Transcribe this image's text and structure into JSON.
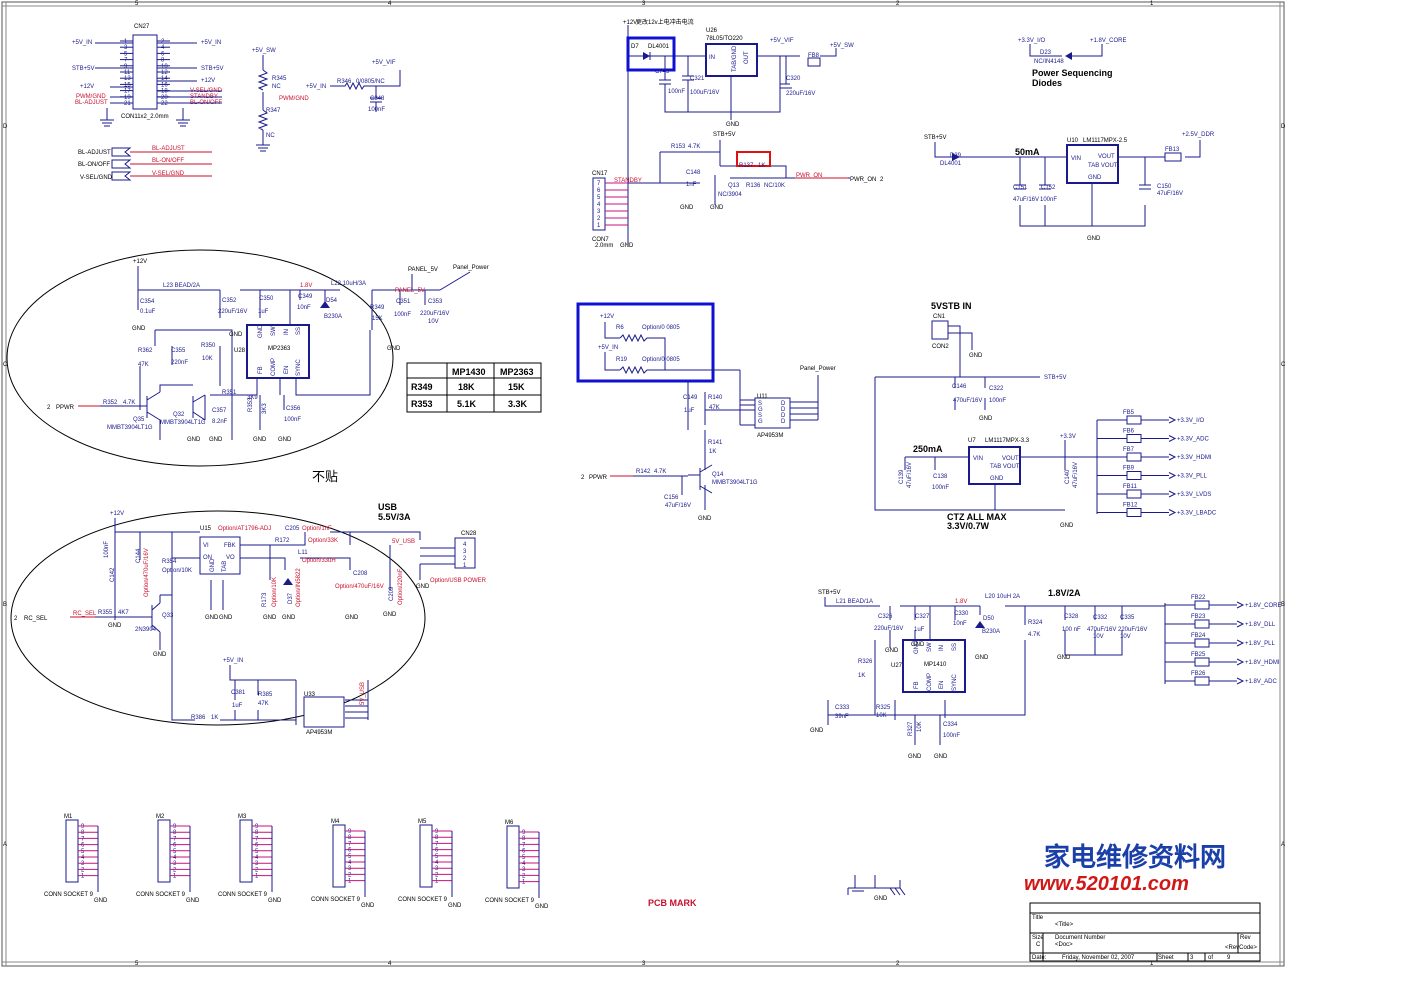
{
  "sheet": {
    "title_label": "Title",
    "title_value": "<Title>",
    "size_label": "Size",
    "size_value": "C",
    "docnum_label": "Document Number",
    "docnum_value": "<Doc>",
    "rev_label": "Rev",
    "rev_value": "<RevCode>",
    "date_label": "Date:",
    "date_value": "Friday, November 02, 2007",
    "sheet_label": "Sheet",
    "sheet_num": "3",
    "of_label": "of",
    "sheet_total": "9",
    "pcb_mark": "PCB MARK",
    "watermark_cn": "家电维修资料网",
    "watermark_url": "www.520101.com",
    "border_top": [
      "5",
      "4",
      "3",
      "2",
      "1"
    ],
    "border_side": [
      "D",
      "C",
      "B",
      "A"
    ]
  },
  "cn27": {
    "ref": "CN27",
    "part": "CON11x2_2.0mm",
    "left_pins": [
      "1",
      "3",
      "5",
      "7",
      "9",
      "11",
      "13",
      "15",
      "17",
      "19",
      "21"
    ],
    "right_pins": [
      "2",
      "4",
      "6",
      "8",
      "10",
      "12",
      "14",
      "16",
      "18",
      "20",
      "22"
    ],
    "nets": [
      "+5V_IN",
      "+5V_IN",
      "STB+5V",
      "STB+5V",
      "+12V",
      "+12V",
      "PWM/GND",
      "V-SEL/GND",
      "BL-ADJUST",
      "STANDBY",
      "BL-ON/OFF"
    ],
    "r345": "R345",
    "r345_val": "NC",
    "r347": "R347",
    "r347_val": "NC",
    "pwm_gnd": "PWM/GND",
    "stb_sw": "+5V_SW",
    "r346": "R346",
    "r346_val": "0/0805/NC",
    "c348": "C348",
    "c348_val": "100nF",
    "vif": "+5V_VIF",
    "bl_labels": [
      "BL-ADJUST",
      "BL-ON/OFF",
      "V-SEL/GND"
    ]
  },
  "u26": {
    "note": "更改12v上电冲击电流",
    "d7": "D7",
    "d7_part": "DL4001",
    "ref": "U26",
    "part": "78L05/TO220",
    "pins": [
      "IN",
      "TAB/GND",
      "OUT"
    ],
    "c743": "C743",
    "c321": "C321",
    "c321_val": "100nF",
    "c320": "C320",
    "c320_val": "220uF/16V",
    "c100": "100uF/16V",
    "vif": "+5V_VIF",
    "fb": "FB8",
    "sw": "+5V_SW",
    "v12": "+12V",
    "gnd": "GND"
  },
  "standby": {
    "stb": "STB+5V",
    "r153": "R153",
    "r153_val": "4.7K",
    "r137": "R137",
    "r137_val": "1K",
    "r136": "R136",
    "r136_val": "NC/10K",
    "c148": "C148",
    "c148_val": "1nF",
    "q13": "Q13",
    "q13_part": "NC/3904",
    "pwr_on": "PWR_ON",
    "pin2": "2",
    "standby": "STANDBY",
    "cn17": "CN17",
    "cn7": "CON7",
    "cn7_pitch": "2.0mm",
    "pins": [
      "7",
      "6",
      "5",
      "4",
      "3",
      "2",
      "1"
    ]
  },
  "diodes": {
    "v33": "+3.3V_I/O",
    "v18": "+1.8V_CORE",
    "d23": "D23",
    "d23_part": "NC/IN4148",
    "title": "Power Sequencing",
    "title2": "Diodes"
  },
  "u10": {
    "stb": "STB+5V",
    "d39": "D39",
    "d39_part": "DL4001",
    "current": "50mA",
    "ref": "U10",
    "part": "LM1117MPX-2.5",
    "vin": "VIN",
    "vout": "VOUT",
    "tabvout": "TAB VOUT",
    "gnd": "GND",
    "c151": "C151",
    "c151_val": "47uF/16V",
    "c152": "C152",
    "c152_val": "100nF",
    "c150": "C150",
    "c150_val": "47uF/16V",
    "fb13": "FB13",
    "out": "+2.5V_DDR",
    "gnd_net": "GND"
  },
  "panel": {
    "v12": "+12V",
    "l23": "L23 BEAD/2A",
    "c354": "C354",
    "c354_val": "0.1uF",
    "c352": "C352",
    "c352_val": "220uF/16V",
    "c350": "C350",
    "c350_val": "1uF",
    "c349": "C349",
    "c349_val": "10nF",
    "d54": "D54",
    "d54_part": "B230A",
    "l22": "L22 10uH/3A",
    "v18": "1.8V",
    "r349": "R349",
    "r349_val": "15K",
    "c351": "C351",
    "c351_val": "100nF",
    "c353": "C353",
    "c353_val": "220uF/16V",
    "v10": "10V",
    "panel5v": "PANEL_5V",
    "panel_power": "Panel_Power",
    "ref": "U28",
    "part": "MP2363",
    "pins_top": [
      "GND",
      "SW",
      "IN",
      "SS"
    ],
    "pins_bot": [
      "FB",
      "COMP",
      "EN",
      "SYNC"
    ],
    "r362": "R362",
    "r362_val": "47K",
    "c355": "C355",
    "c355_val": "220nF",
    "r350": "R350",
    "r350_val": "10K",
    "r351": "R351",
    "r351_val": "3K9",
    "r353": "R353",
    "r353_val": "3K3",
    "c357": "C357",
    "c357_val": "8.2nF",
    "c356": "C356",
    "c356_val": "100nF",
    "r352": "R352",
    "r352_val": "4.7K",
    "q35": "Q35",
    "q32": "Q32",
    "q_part": "MMBT3904LT1G",
    "q32_part": "MMBT3904LT1G",
    "ppwr": "PPWR",
    "pin2": "2",
    "gnd": "GND",
    "not_mounted": "不贴"
  },
  "table": {
    "headers": [
      "",
      "MP1430",
      "MP2363"
    ],
    "rows": [
      [
        "R349",
        "18K",
        "15K"
      ],
      [
        "R353",
        "5.1K",
        "3.3K"
      ]
    ]
  },
  "u11": {
    "v12": "+12V",
    "v5": "+5V_IN",
    "r6": "R6",
    "r6_val": "Option/0 0805",
    "r19": "R19",
    "r19_val": "Option/0 0805",
    "panel_power": "Panel_Power",
    "c149": "C149",
    "c149_val": "1uF",
    "r140": "R140",
    "r140_val": "47K",
    "ref": "U11",
    "part": "AP4953M",
    "pins": [
      "S",
      "G",
      "S",
      "G",
      "D",
      "D",
      "D",
      "D"
    ],
    "r141": "R141",
    "r141_val": "1K",
    "q14": "Q14",
    "q14_part": "MMBT3904LT1G",
    "r142": "R142",
    "r142_val": "4.7K",
    "c156": "C156",
    "c156_val": "47uF/16V",
    "ppwr": "PPWR",
    "pin2": "2",
    "gnd": "GND"
  },
  "u7": {
    "title": "5VSTB IN",
    "cn1": "CN1",
    "con2": "CON2",
    "c146": "C146",
    "c146_val": "470uF/16V",
    "c322": "C322",
    "c322_val": "100nF",
    "stb": "STB+5V",
    "current": "250mA",
    "ref": "U7",
    "part": "LM1117MPX-3.3",
    "vin": "VIN",
    "vout": "VOUT",
    "tabvout": "TAB VOUT",
    "gnd": "GND",
    "c139": "C139",
    "c139_val": "47uF/16V",
    "c138": "C138",
    "c138_val": "100nF",
    "c140": "C140",
    "c140_val": "47uF/16V",
    "v33": "+3.3V",
    "fbs": [
      "FB5",
      "FB6",
      "FB7",
      "FB9",
      "FB11",
      "FB12"
    ],
    "outs": [
      "+3.3V_I/O",
      "+3.3V_ADC",
      "+3.3V_HDMI",
      "+3.3V_PLL",
      "+3.3V_LVDS",
      "+3.3V_LBADC"
    ],
    "note1": "CTZ ALL MAX",
    "note2": "3.3V/0.7W",
    "gnd_net": "GND"
  },
  "usb": {
    "title": "USB",
    "title2": "5.5V/3A",
    "v12": "+12V",
    "c100nf": "100nF",
    "c142": "C142",
    "c144": "C144",
    "c144_val": "Option/470uF/16V",
    "ref": "U15",
    "part": "Option/AT1796-ADJ",
    "pins": [
      "VI",
      "ON",
      "GND",
      "TAB",
      "FBK",
      "VO"
    ],
    "r354": "R354",
    "r354_val": "Option/10K",
    "c205": "C205",
    "c205_val": "Option/1nF",
    "r172": "R172",
    "r172_val": "Option/33K",
    "l11": "L11",
    "l11_val": "Option/33uH",
    "r173": "R173",
    "r173_val": "Option/10K",
    "d37": "D37",
    "d37_val": "Option/IN5822",
    "c208": "C208",
    "c208_val": "Option/470uF/16V",
    "c209": "C209",
    "c209_val": "Option/220nF",
    "v5usb": "5V_USB",
    "cn28": "CN28",
    "cn28_pins": [
      "4",
      "3",
      "2",
      "1"
    ],
    "usb_power": "Option/USB POWER",
    "rc_sel": "RC_SEL",
    "pin2": "2",
    "r355": "R355",
    "r355_val": "4K7",
    "q33": "Q33",
    "q33_part": "2N3904",
    "v5in": "+5V_IN",
    "c381": "C381",
    "c381_val": "1uF",
    "r385": "R385",
    "r385_val": "47K",
    "u33": "U33",
    "u33_part": "AP4953M",
    "r386": "R386",
    "r386_val": "1K",
    "usb5v": "5V_USB",
    "gnd": "GND"
  },
  "u27": {
    "stb": "STB+5V",
    "l21": "L21 BEAD/1A",
    "c326": "C326",
    "c326_val": "220uF/16V",
    "c327": "C327",
    "c327_val": "1uF",
    "c330": "C330",
    "c330_val": "10nF",
    "v18": "1.8V",
    "d50": "D50",
    "d50_part": "B230A",
    "l20": "L20 10uH 2A",
    "r324": "R324",
    "r324_val": "4.7K",
    "title": "1.8V/2A",
    "c328": "C328",
    "c328_val": "100 nF",
    "c332": "C332",
    "c332_val": "470uF/16V",
    "c335": "C335",
    "c335_val": "220uF/16V",
    "v10": "10V",
    "ref": "U27",
    "part": "MP1410",
    "pins_top": [
      "GND",
      "SW",
      "IN",
      "SS"
    ],
    "pins_bot": [
      "FB",
      "COMP",
      "EN",
      "SYNC"
    ],
    "r326": "R326",
    "r326_val": "1K",
    "c333": "C333",
    "c333_val": "39nF",
    "r325": "R325",
    "r325_val": "10K",
    "r327": "R327",
    "r327_val": "10K",
    "c334": "C334",
    "c334_val": "100nF",
    "fbs": [
      "FB22",
      "FB23",
      "FB24",
      "FB25",
      "FB26"
    ],
    "outs": [
      "+1.8V_CORE",
      "+1.8V_DLL",
      "+1.8V_PLL",
      "+1.8V_HDMI",
      "+1.8V_ADC"
    ],
    "gnd": "GND"
  },
  "sockets": {
    "refs": [
      "M1",
      "M2",
      "M3",
      "M4",
      "M5",
      "M6"
    ],
    "label": "CONN SOCKET 9",
    "pins": [
      "9",
      "8",
      "7",
      "6",
      "5",
      "4",
      "3",
      "2",
      "1"
    ],
    "gnd": "GND"
  },
  "gnd_symbols": {
    "label": "GND"
  }
}
